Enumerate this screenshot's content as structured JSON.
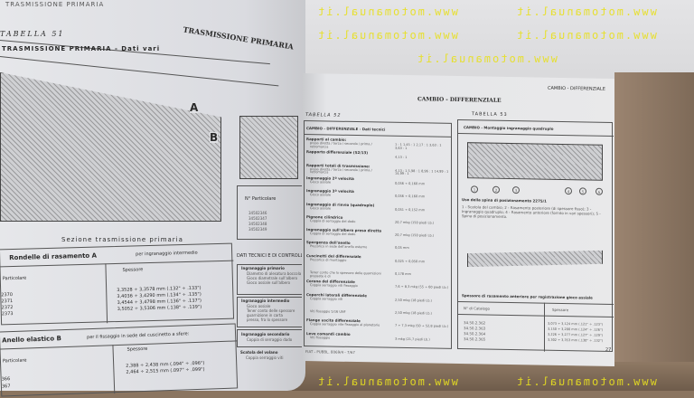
{
  "watermark": "www.motomanual.it",
  "left_page": {
    "running_head": "TRASMISSIONE PRIMARIA",
    "table_number": "TABELLA 51",
    "page_heading": "TRASMISSIONE PRIMARIA",
    "section_title": "TRASMISSIONE PRIMARIA - Dati vari",
    "callouts": [
      "A",
      "B"
    ],
    "figure_caption": "Sezione trasmissione primaria",
    "part_table": {
      "header": "N° Particolare",
      "parts": [
        "34502346",
        "34502347",
        "34502348",
        "34502349"
      ]
    },
    "table_a": {
      "title": "Rondelle di rasamento A",
      "subtitle": "per ingranaggio intermedio",
      "col1": "Particolare",
      "col2": "Spessore",
      "parts": [
        "2370",
        "2371",
        "2372",
        "2373"
      ],
      "values": [
        "3,3528 ÷ 3,3578 mm (.132\" ÷ .133\")",
        "3,4036 ÷ 3,4290 mm (.134\" ÷ .135\")",
        "3,4544 ÷ 3,4798 mm (.136\" ÷ .137\")",
        "3,5052 ÷ 3,5306 mm (.138\" ÷ .139\")"
      ]
    },
    "table_b": {
      "title": "Anello elastico B",
      "subtitle": "per il fissaggio in sede del cuscinetto a sfere:",
      "col1": "Particolare",
      "col2": "Spessore",
      "parts": [
        "366",
        "367"
      ],
      "values": [
        "2,388 ÷ 2,438 mm (.094\" ÷ .096\")",
        "2,464 ÷ 2,515 mm (.097\" ÷ .099\")"
      ]
    },
    "dati_tecnici": {
      "title": "DATI TECNICI E DI CONTROLLO",
      "groups": [
        {
          "title": "Ingranaggio primario",
          "lines": [
            "Diametro di alesatura boccola",
            "Gioco diametrale sull'albero",
            "Gioco assiale sull'albero"
          ]
        },
        {
          "title": "Ingranaggio intermedio",
          "lines": [
            "Gioco assiale",
            "Tener conto delle spessore",
            "guarnizione in carta",
            "presso, fra lo spessore"
          ]
        },
        {
          "title": "Ingranaggio secondario",
          "lines": [
            "Coppia di serraggio dado"
          ]
        },
        {
          "title": "Scatola del volano",
          "lines": [
            "Coppia serraggio viti"
          ]
        }
      ]
    }
  },
  "right_page": {
    "running_head": "CAMBIO - DIFFERENZIALE",
    "page_heading": "CAMBIO - DIFFERENZIALE",
    "table52": {
      "number": "TABELLA 52",
      "title": "CAMBIO - DIFFERENZIALE - Dati tecnici",
      "rows": [
        {
          "label": "Rapporti al cambio:",
          "sub": "presa diretta / terza / seconda / prima / retromarcia",
          "value": "1 : 1  1,45 : 1  2,17 : 1  3,63 : 1  3,63 : 1"
        },
        {
          "label": "Rapporto differenziale (52/13)",
          "value": "4,13 : 1"
        },
        {
          "label": "Rapporti totali di trasmissione:",
          "sub": "presa diretta / terza / seconda / prima / retromarcia",
          "value": "4,13 : 1  5,98 : 1  8,96 : 1  14,99 : 1  14,99 : 1"
        },
        {
          "label": "Ingranaggio 2ª velocità",
          "sub": "Gioco assiale",
          "value": "0,056 ÷ 0,160 mm"
        },
        {
          "label": "Ingranaggio 3ª velocità",
          "sub": "Gioco assiale",
          "value": "0,056 ÷ 0,160 mm"
        },
        {
          "label": "Ingranaggio di rinvio (quadruplo)",
          "sub": "Gioco assiale",
          "value": "0,051 ÷ 0,152 mm"
        },
        {
          "label": "Pignone cilindrico",
          "sub": "Coppia di serraggio del dado",
          "value": "20,7 mkg (150 piedi Lb.)"
        },
        {
          "label": "Ingranaggio sull'albero presa diretta",
          "sub": "Coppia di serraggio del dado",
          "value": "20,7 mkg (150 piedi Lb.)"
        },
        {
          "label": "Sporgenza dell'anello",
          "sub": "Precarico in sede dell'anello esterno",
          "value": "0,05 mm"
        },
        {
          "label": "Cuscinetti del differenziale",
          "sub": "Precarico di montaggio",
          "value": "0,025 ÷ 0,050 mm"
        },
        {
          "label": "",
          "sub": "Tener conto che lo spessore delle guarnizioni pressate è di",
          "value": "0,178 mm"
        },
        {
          "label": "Corona del differenziale",
          "sub": "Coppia serraggio viti fissaggio",
          "value": "7,6 ÷ 8,3 mkg (55 ÷ 60 piedi Lb.)"
        },
        {
          "label": "Coperchi laterali differenziale",
          "sub": "Coppia serraggio viti",
          "value": "2,50 mkg (18 piedi Lb.)"
        },
        {
          "label": "",
          "sub": "Viti fissaggio 5/16 UNF",
          "value": "2,50 mkg (18 piedi Lb.)"
        },
        {
          "label": "Flange uscita differenziale",
          "sub": "Coppia serraggio vite fissaggio al planetario",
          "value": "7 ÷ 7,3 mkg (50 ÷ 52,8 piedi Lb.)"
        },
        {
          "label": "Leve comandi cambio",
          "sub": "Viti fissaggio",
          "value": "3 mkg (21,7 piedi Lb.)"
        }
      ]
    },
    "table53": {
      "number": "TABELLA 53",
      "title": "CAMBIO - Montaggio ingranaggio quadruplo",
      "callouts": [
        "1",
        "2",
        "3",
        "4",
        "5",
        "6"
      ],
      "note": "Uso della spina di posizionamento 2275/1",
      "legend": [
        "1 - Scatola del cambio;",
        "2 - Rasamento posteriore (di spessore fisso);",
        "3 - Ingranaggio quadruplo;",
        "4 - Rasamento anteriore (fornito in vari spessori);",
        "5 - Spina di posizionamento."
      ],
      "caption": "Spessore di rasamento anteriore per registrazione gioco assiale",
      "col1": "N° di Catalogo",
      "col2": "Spessore",
      "parts": [
        "34.50.2.362",
        "34.50.2.363",
        "34.50.2.364",
        "34.50.2.365"
      ],
      "values": [
        "3,073 ÷ 3,124 mm (.121\" ÷ .123\")",
        "3,150 ÷ 3,200 mm (.124\" ÷ .126\")",
        "3,226 ÷ 3,277 mm (.127\" ÷ .129\")",
        "3,302 ÷ 3,353 mm (.130\" ÷ .132\")"
      ]
    },
    "footer": "FIAT - PUBBL. 8069/4 - 7/67",
    "page_number": "27"
  }
}
